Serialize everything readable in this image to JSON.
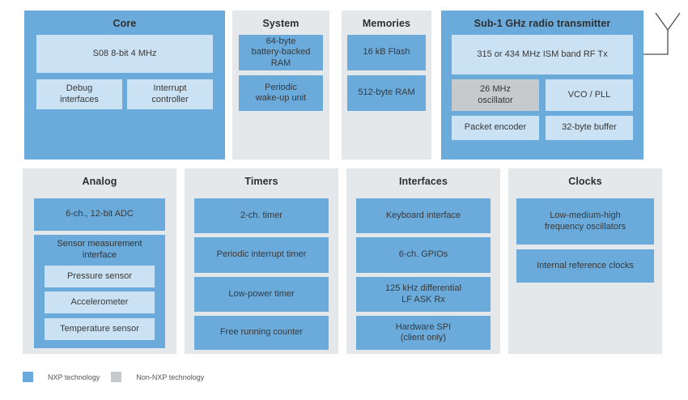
{
  "colors": {
    "nxp_blue": "#6babdc",
    "nxp_light_blue": "#cbe2f4",
    "panel_gray": "#e4e8ea",
    "non_nxp_gray": "#c6cacd",
    "text": "#3a3a3a"
  },
  "blocks": {
    "core": {
      "title": "Core",
      "cpu": "S08 8-bit 4 MHz",
      "debug": "Debug\ninterfaces",
      "interrupt": "Interrupt\ncontroller"
    },
    "system": {
      "title": "System",
      "battery_ram": "64-byte\nbattery-backed\nRAM",
      "wakeup": "Periodic\nwake-up unit"
    },
    "memories": {
      "title": "Memories",
      "flash": "16 kB Flash",
      "ram": "512-byte RAM"
    },
    "radio": {
      "title": "Sub-1 GHz radio transmitter",
      "rf_tx": "315 or 434 MHz ISM band RF Tx",
      "oscillator": "26 MHz\noscillator",
      "vco_pll": "VCO / PLL",
      "packet_encoder": "Packet encoder",
      "buffer": "32-byte buffer"
    },
    "analog": {
      "title": "Analog",
      "adc": "6-ch., 12-bit ADC",
      "sensor_interface": "Sensor measurement\ninterface",
      "pressure": "Pressure sensor",
      "accelerometer": "Accelerometer",
      "temperature": "Temperature sensor"
    },
    "timers": {
      "title": "Timers",
      "items": [
        "2-ch. timer",
        "Periodic interrupt timer",
        "Low-power timer",
        "Free running counter"
      ]
    },
    "interfaces": {
      "title": "Interfaces",
      "items": [
        "Keyboard interface",
        "6-ch. GPIOs",
        "125 kHz differential\nLF ASK Rx",
        "Hardware SPI\n(client only)"
      ]
    },
    "clocks": {
      "title": "Clocks",
      "items": [
        "Low-medium-high\nfrequency oscillators",
        "Internal reference clocks"
      ]
    }
  },
  "legend": {
    "items": [
      {
        "label": "NXP technology",
        "color": "#6babdc"
      },
      {
        "label": "Non-NXP technology",
        "color": "#c6cacd"
      }
    ]
  }
}
